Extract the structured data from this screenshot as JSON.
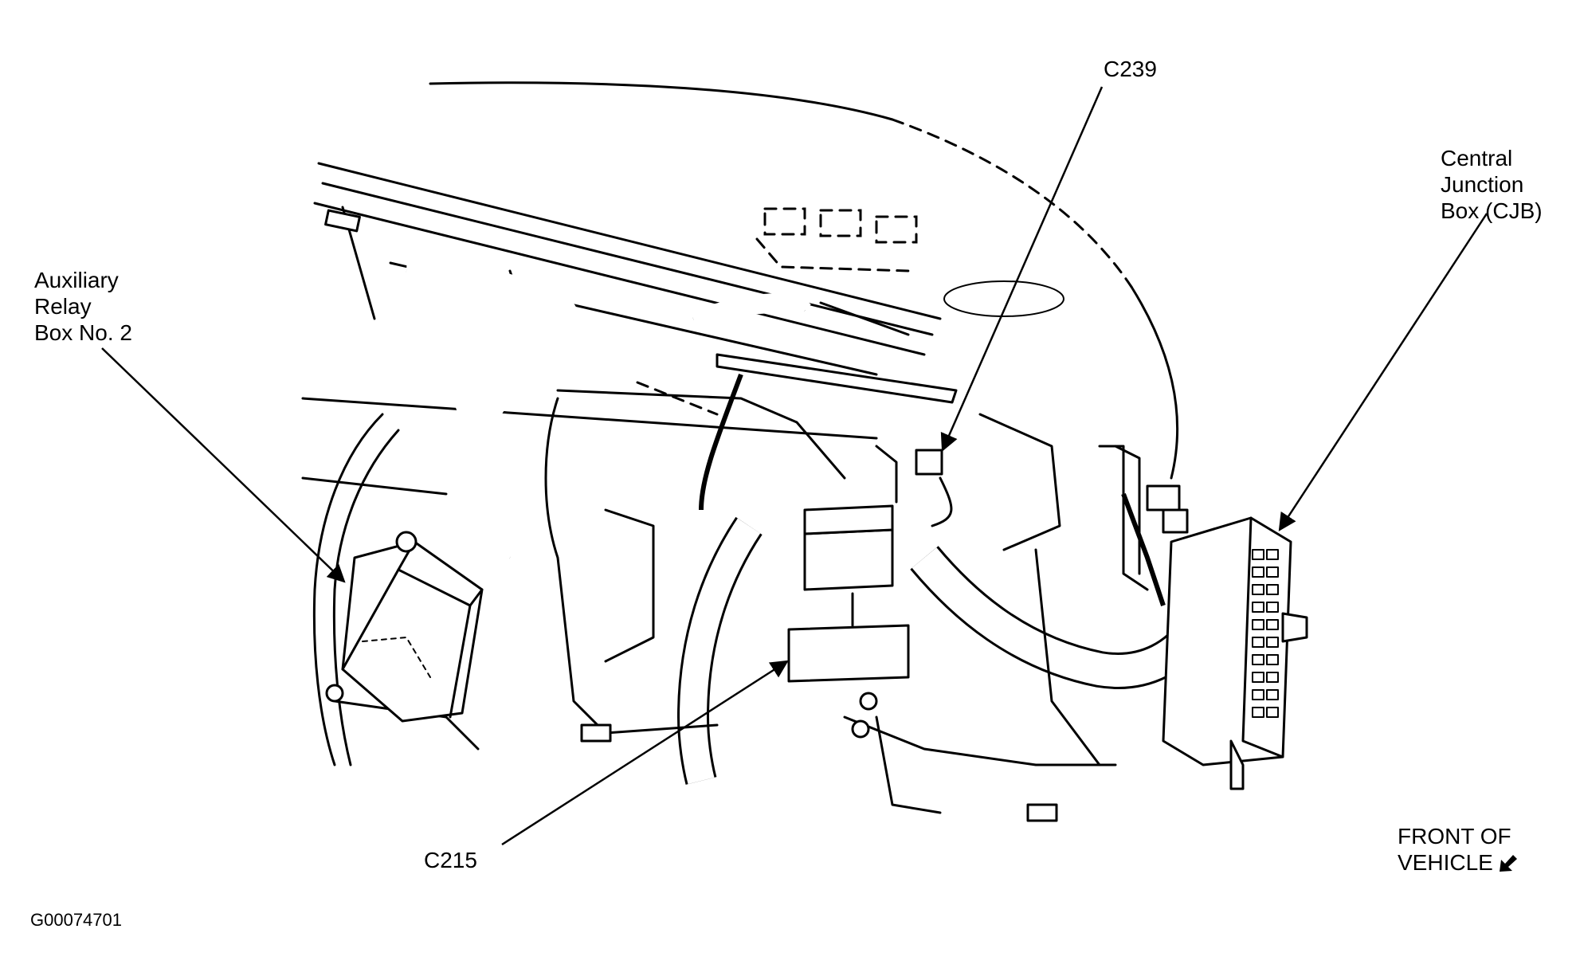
{
  "callouts": {
    "aux_relay_box": [
      "Auxiliary",
      "Relay",
      "Box No. 2"
    ],
    "c239": "C239",
    "cjb": [
      "Central",
      "Junction",
      "Box (CJB)"
    ],
    "c215": "C215",
    "front_of_vehicle": [
      "FRONT OF",
      "VEHICLE"
    ]
  },
  "figure_code": "G00074701",
  "icons": {
    "front_arrow": "arrow-down-left-icon"
  },
  "colors": {
    "ink": "#000000",
    "paper": "#ffffff"
  }
}
